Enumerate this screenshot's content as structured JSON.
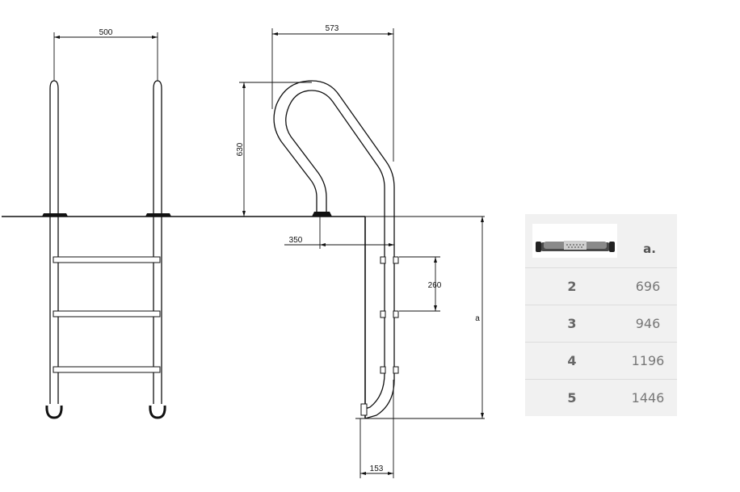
{
  "dimensions": {
    "top_width": "500",
    "handrail_width": "573",
    "handrail_height": "630",
    "wall_offset": "350",
    "step_spacing": "260",
    "depth": "a",
    "bottom_offset": "153"
  },
  "table": {
    "header": "a.",
    "rows": [
      {
        "steps": "2",
        "a": "696"
      },
      {
        "steps": "3",
        "a": "946"
      },
      {
        "steps": "4",
        "a": "1196"
      },
      {
        "steps": "5",
        "a": "1446"
      }
    ]
  }
}
